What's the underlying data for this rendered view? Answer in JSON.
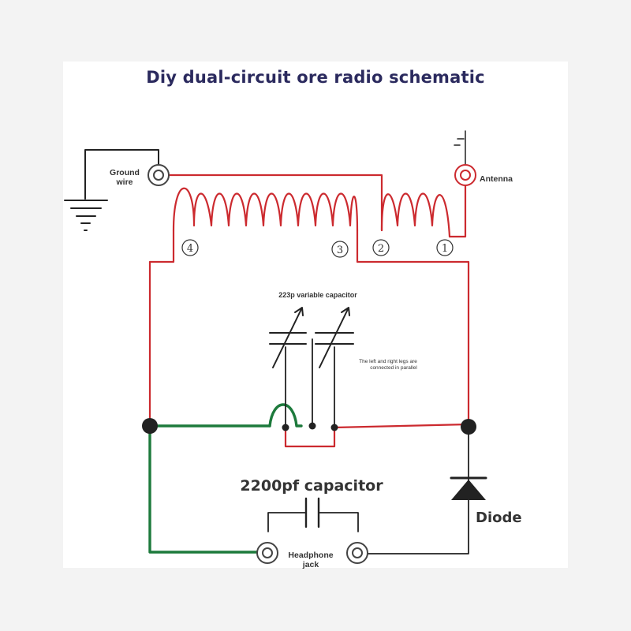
{
  "title": "Diy dual-circuit ore radio schematic",
  "labels": {
    "ground_wire_line1": "Ground",
    "ground_wire_line2": "wire",
    "antenna": "Antenna",
    "variable_capacitor": "223p variable capacitor",
    "parallel_note_line1": "The left and right legs are",
    "parallel_note_line2": "connected in parallel",
    "fixed_capacitor": "2200pf capacitor",
    "diode": "Diode",
    "headphone_line1": "Headphone",
    "headphone_line2": "jack"
  },
  "terminals": [
    "4",
    "3",
    "2",
    "1"
  ],
  "colors": {
    "red_wire": "#cc2a2f",
    "green_wire": "#1d7a3c",
    "black_wire": "#222222",
    "title": "#2b2a5e"
  }
}
